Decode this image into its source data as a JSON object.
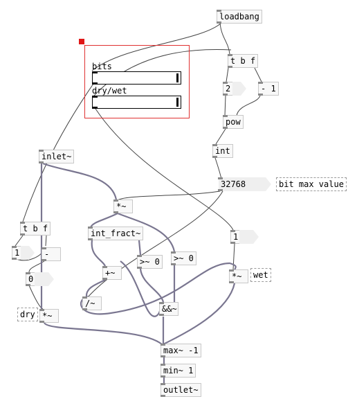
{
  "patch": {
    "objects": {
      "loadbang": "loadbang",
      "trigger_top": "t b f",
      "two": "2",
      "minus_one": "- 1",
      "pow": "pow",
      "int": "int",
      "max_value": "32768",
      "max_value_comment": "bit max value",
      "inlet": "inlet~",
      "trigger_left": "t b f",
      "one_left": "1",
      "minus_left": "-",
      "zero": "0",
      "dry": "dry",
      "mul_dry": "*~",
      "mul_top": "*~",
      "int_fract": "int_fract~",
      "plus": "+~",
      "ge0_a": ">~ 0",
      "ge0_b": ">~ 0",
      "div": "/~",
      "and": "&&~",
      "one_right": "1",
      "mul_wet": "*~",
      "wet": "wet",
      "max": "max~ -1",
      "min": "min~ 1",
      "outlet": "outlet~"
    },
    "sliders": {
      "bits_label": "bits",
      "drywet_label": "dry/wet"
    }
  },
  "colors": {
    "audio_cord": "#7a7690",
    "control_cord": "#444444",
    "gop_border": "#e03030"
  }
}
